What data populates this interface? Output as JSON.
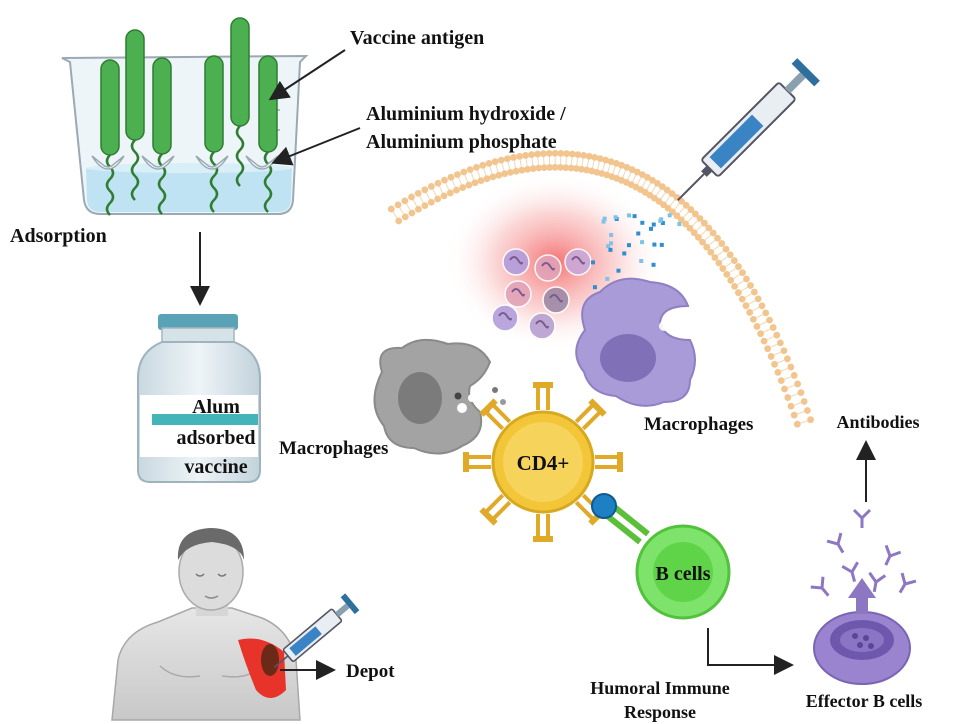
{
  "labels": {
    "vaccine_antigen": "Vaccine antigen",
    "adjuvant_line1": "Aluminium hydroxide /",
    "adjuvant_line2": "Aluminium phosphate",
    "adsorption": "Adsorption",
    "vial_line1": "Alum",
    "vial_line2": "adsorbed",
    "vial_line3": "vaccine",
    "macrophages_left": "Macrophages",
    "macrophages_right": "Macrophages",
    "cd4": "CD4+",
    "b_cells": "B cells",
    "antibodies": "Antibodies",
    "humoral_line1": "Humoral Immune",
    "humoral_line2": "Response",
    "effector_b_cells": "Effector B cells",
    "depot": "Depot"
  },
  "colors": {
    "antigen_green": "#4caf50",
    "liquid_blue": "#bfe3f3",
    "inflammation_red": "#f06a6a",
    "membrane_orange": "#f2c48e",
    "macrophage_purple": "#a99ad8",
    "macrophage_gray": "#9e9e9e",
    "cd4_yellow": "#f3c63a",
    "bcell_green": "#7ee36a",
    "effector_purple": "#8e77c2",
    "syringe_blue": "#3a83c4",
    "depot_red": "#e8332a"
  },
  "icons": {
    "syringe": "syringe-icon",
    "vial": "vial-icon",
    "beaker": "beaker-icon",
    "human": "human-torso-icon",
    "antibody": "antibody-icon"
  }
}
